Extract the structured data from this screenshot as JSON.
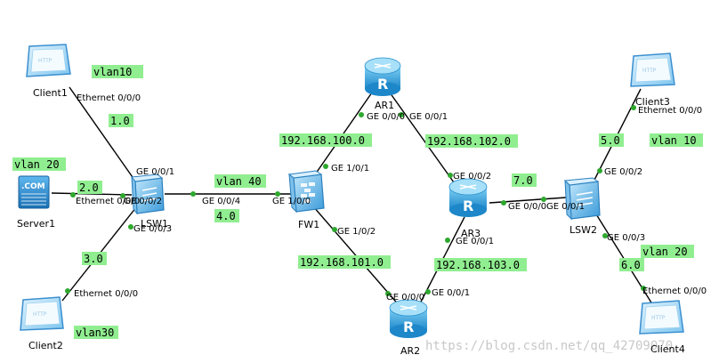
{
  "devices": {
    "client1": "Client1",
    "client2": "Client2",
    "client3": "Client3",
    "client4": "Client4",
    "server1": "Server1",
    "lsw1": "LSW1",
    "lsw2": "LSW2",
    "fw1": "FW1",
    "ar1": "AR1",
    "ar2": "AR2",
    "ar3": "AR3",
    "server_screen": ".COM",
    "pc_screen": "HTTP",
    "router_glyph": "R"
  },
  "ports": {
    "client1_eth": "Ethernet 0/0/0",
    "lsw1_g1": "GE 0/0/1",
    "server1_eth": "Ethernet 0/0/0",
    "lsw1_g2": "GE 0/0/2",
    "lsw1_g3": "GE 0/0/3",
    "client2_eth": "Ethernet 0/0/0",
    "lsw1_g4": "GE 0/0/4",
    "fw1_g100": "GE 1/0/0",
    "fw1_g101": "GE 1/0/1",
    "fw1_g102": "GE 1/0/2",
    "ar1_g0": "GE 0/0/0",
    "ar1_g1": "GE 0/0/1",
    "ar3_g2": "GE 0/0/2",
    "ar3_g0": "GE 0/0/0",
    "ar3_g1": "GE 0/0/1",
    "ar2_g0": "GE 0/0/0",
    "ar2_g1": "GE 0/0/1",
    "lsw2_g1": "GE 0/0/1",
    "lsw2_g2": "GE 0/0/2",
    "lsw2_g3": "GE 0/0/3",
    "client3_eth": "Ethernet 0/0/0",
    "client4_eth": "Ethernet 0/0/0"
  },
  "tags": {
    "vlan10": "vlan10",
    "vlan20_left": "vlan 20",
    "vlan30": "vlan30",
    "vlan40": "vlan 40",
    "net_1": "1.0",
    "net_2": "2.0",
    "net_3": "3.0",
    "net_4": "4.0",
    "net_100": "192.168.100.0",
    "net_101": "192.168.101.0",
    "net_102": "192.168.102.0",
    "net_103": "192.168.103.0",
    "net_7": "7.0",
    "net_5": "5.0",
    "vlan10_right": "vlan 10",
    "net_6": "6.0",
    "vlan20_right": "vlan 20"
  },
  "watermark": "https://blog.csdn.net/qq_42709070",
  "colors": {
    "tag_bg": "#90ee90",
    "link": "#000000",
    "port_dot": "#2ea82e",
    "device_blue": "#2c8fd6"
  }
}
